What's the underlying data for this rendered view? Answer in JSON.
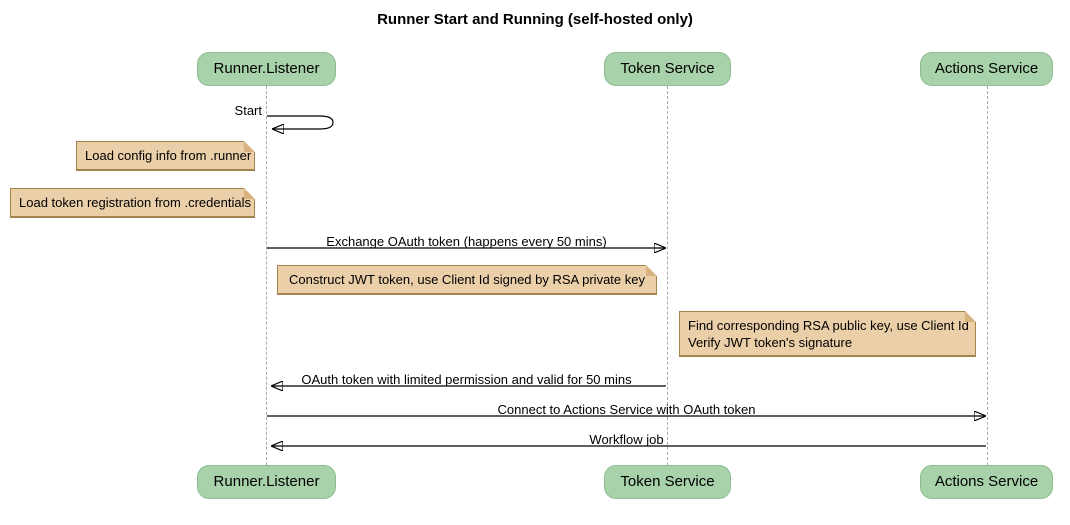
{
  "title": "Runner Start and Running (self-hosted only)",
  "participants": [
    {
      "id": "runner-listener",
      "label": "Runner.Listener"
    },
    {
      "id": "token-service",
      "label": "Token Service"
    },
    {
      "id": "actions-service",
      "label": "Actions Service"
    }
  ],
  "messages": [
    {
      "label": "Start",
      "from": "Runner.Listener",
      "to": "Runner.Listener",
      "type": "self"
    },
    {
      "label": "Exchange OAuth token (happens every 50 mins)",
      "from": "Runner.Listener",
      "to": "Token Service",
      "type": "solid"
    },
    {
      "label": "OAuth token with limited permission and valid for 50 mins",
      "from": "Token Service",
      "to": "Runner.Listener",
      "type": "solid"
    },
    {
      "label": "Connect to Actions Service with OAuth token",
      "from": "Runner.Listener",
      "to": "Actions Service",
      "type": "solid"
    },
    {
      "label": "Workflow job",
      "from": "Actions Service",
      "to": "Runner.Listener",
      "type": "solid"
    }
  ],
  "notes": [
    {
      "lines": [
        "Load config info from .runner"
      ],
      "attached_to": "Runner.Listener"
    },
    {
      "lines": [
        "Load token registration from .credentials"
      ],
      "attached_to": "Runner.Listener"
    },
    {
      "lines": [
        "Construct JWT token, use Client Id signed by RSA private key"
      ],
      "attached_to": "Runner.Listener"
    },
    {
      "lines": [
        "Find corresponding RSA public key, use Client Id",
        "Verify JWT token's signature"
      ],
      "attached_to": "Token Service"
    }
  ],
  "colors": {
    "participant_fill": "#A8D2AA",
    "participant_border": "#8FBD92",
    "note_fill": "#EBCFA8",
    "note_border": "#A3824C",
    "note_fold": "#D9B280",
    "lifeline": "#AAAAAA",
    "arrow": "#000000",
    "background": "#FFFFFF",
    "text": "#000000"
  }
}
